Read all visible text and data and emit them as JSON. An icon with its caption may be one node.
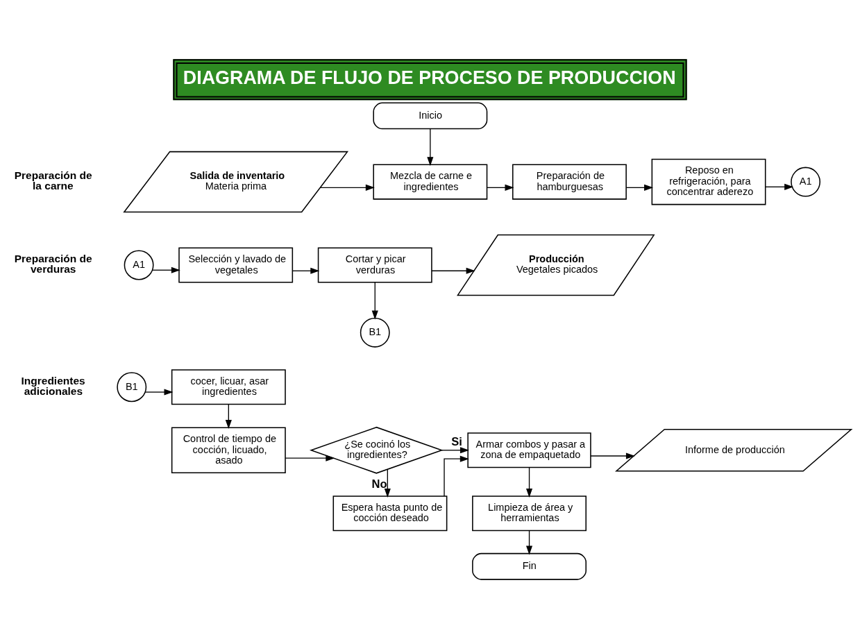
{
  "diagram": {
    "title": "DIAGRAMA DE FLUJO DE PROCESO DE PRODUCCION",
    "nodes": [
      {
        "text": [
          "Inicio"
        ]
      },
      {
        "text": [
          "Salida de inventario",
          "Materia prima"
        ]
      },
      {
        "text": [
          "Mezcla de carne e ingredientes"
        ]
      },
      {
        "text": [
          "Preparación de hamburguesas"
        ]
      },
      {
        "text": [
          "Reposo en refrigeración, para concentrar aderezo"
        ]
      },
      {
        "text": [
          "A1"
        ]
      },
      {
        "text": [
          "A1"
        ]
      },
      {
        "text": [
          "Selección y lavado de vegetales"
        ]
      },
      {
        "text": [
          "Cortar y picar verduras"
        ]
      },
      {
        "text": [
          "Producción",
          "Vegetales picados"
        ]
      },
      {
        "text": [
          "B1"
        ]
      },
      {
        "text": [
          "B1"
        ]
      },
      {
        "text": [
          "cocer, licuar, asar ingredientes"
        ]
      },
      {
        "text": [
          "Control de tiempo de cocción, licuado, asado"
        ]
      },
      {
        "text": [
          "¿Se cocinó los ingredientes?"
        ]
      },
      {
        "text": [
          "Espera hasta punto de cocción deseado"
        ]
      },
      {
        "text": [
          "Armar combos y pasar a zona de empaquetado"
        ]
      },
      {
        "text": [
          "Informe de producción"
        ]
      },
      {
        "text": [
          "Limpieza de área y herramientas"
        ]
      },
      {
        "text": [
          "Fin"
        ]
      }
    ],
    "edges": [
      {
        "from": 0,
        "to": 2,
        "arrow": "to"
      },
      {
        "from": 1,
        "to": 2,
        "arrow": "to"
      },
      {
        "from": 2,
        "to": 3,
        "arrow": "to"
      },
      {
        "from": 3,
        "to": 4,
        "arrow": "to"
      },
      {
        "from": 4,
        "to": 5,
        "arrow": "to"
      },
      {
        "from": 6,
        "to": 7,
        "arrow": "to"
      },
      {
        "from": 7,
        "to": 8,
        "arrow": "to"
      },
      {
        "from": 8,
        "to": 9,
        "arrow": "to"
      },
      {
        "from": 8,
        "to": 10,
        "arrow": "to"
      },
      {
        "from": 11,
        "to": 12,
        "arrow": "to"
      },
      {
        "from": 12,
        "to": 13,
        "arrow": "to"
      },
      {
        "from": 13,
        "to": 14,
        "arrow": "to"
      },
      {
        "from": 14,
        "to": 16,
        "arrow": "to",
        "label": "Si"
      },
      {
        "from": 14,
        "to": 15,
        "arrow": "to",
        "label": "No"
      },
      {
        "from": 15,
        "to": 16,
        "arrow": "to"
      },
      {
        "from": 16,
        "to": 17,
        "arrow": "to"
      },
      {
        "from": 16,
        "to": 18,
        "arrow": "to"
      },
      {
        "from": 18,
        "to": 19,
        "arrow": "to"
      }
    ],
    "labels": [
      "Preparación de la carne",
      "Preparación de verduras",
      "Ingredientes adicionales"
    ]
  }
}
